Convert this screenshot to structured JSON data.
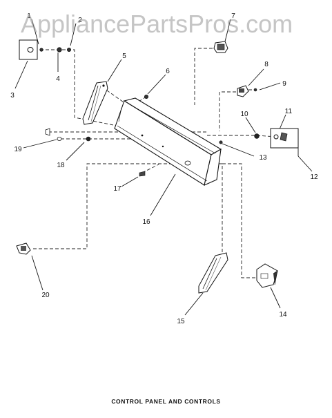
{
  "watermark": "AppliancePartsPros.com",
  "caption": "CONTROL PANEL AND CONTROLS",
  "callouts": [
    {
      "id": "1",
      "label": "1"
    },
    {
      "id": "2",
      "label": "2"
    },
    {
      "id": "3",
      "label": "3"
    },
    {
      "id": "4",
      "label": "4"
    },
    {
      "id": "5",
      "label": "5"
    },
    {
      "id": "6",
      "label": "6"
    },
    {
      "id": "7",
      "label": "7"
    },
    {
      "id": "8",
      "label": "8"
    },
    {
      "id": "9",
      "label": "9"
    },
    {
      "id": "10",
      "label": "10"
    },
    {
      "id": "11",
      "label": "11"
    },
    {
      "id": "12",
      "label": "12"
    },
    {
      "id": "13",
      "label": "13"
    },
    {
      "id": "14",
      "label": "14"
    },
    {
      "id": "15",
      "label": "15"
    },
    {
      "id": "16",
      "label": "16"
    },
    {
      "id": "17",
      "label": "17"
    },
    {
      "id": "18",
      "label": "18"
    },
    {
      "id": "19",
      "label": "19"
    },
    {
      "id": "20",
      "label": "20"
    }
  ]
}
